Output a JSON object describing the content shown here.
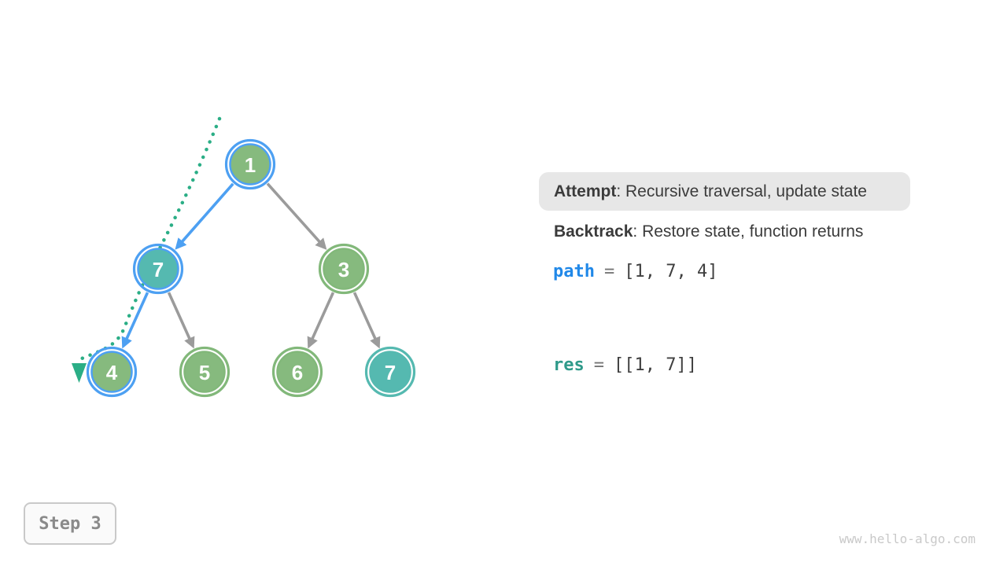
{
  "colors": {
    "node_green": "#86BA7E",
    "node_teal": "#55B9B0",
    "ring_blue": "#4DA0F2",
    "edge_active": "#4DA0F2",
    "edge_inactive": "#9B9B9B",
    "trace": "#2BAE86",
    "text_dark": "#3B3B3B",
    "code_blue": "#2088E8",
    "code_teal": "#2F9A8A",
    "attempt_bg": "#E7E7E7",
    "step_border": "#C9C9C9",
    "watermark_gray": "#C9C9C9"
  },
  "tree": {
    "nodes": [
      {
        "label": "1",
        "fill_color": "#86BA7E",
        "ring_color": "#4DA0F2"
      },
      {
        "label": "7",
        "fill_color": "#55B9B0",
        "ring_color": "#4DA0F2"
      },
      {
        "label": "3",
        "fill_color": "#86BA7E",
        "ring_color": "#82B87A"
      },
      {
        "label": "4",
        "fill_color": "#86BA7E",
        "ring_color": "#4DA0F2"
      },
      {
        "label": "5",
        "fill_color": "#86BA7E",
        "ring_color": "#82B87A"
      },
      {
        "label": "6",
        "fill_color": "#86BA7E",
        "ring_color": "#82B87A"
      },
      {
        "label": "7",
        "fill_color": "#55B9B0",
        "ring_color": "#55B9B0"
      }
    ]
  },
  "legend": {
    "attempt_label": "Attempt",
    "attempt_text": ": Recursive traversal, update state",
    "backtrack_label": "Backtrack",
    "backtrack_text": ": Restore state, function returns"
  },
  "state": {
    "path_name": "path",
    "path_eq": "=",
    "path_value": "[1, 7, 4]",
    "res_name": "res",
    "res_eq": "=",
    "res_value": "[[1, 7]]"
  },
  "step": {
    "label": "Step 3"
  },
  "watermark": {
    "text": "www.hello-algo.com"
  }
}
